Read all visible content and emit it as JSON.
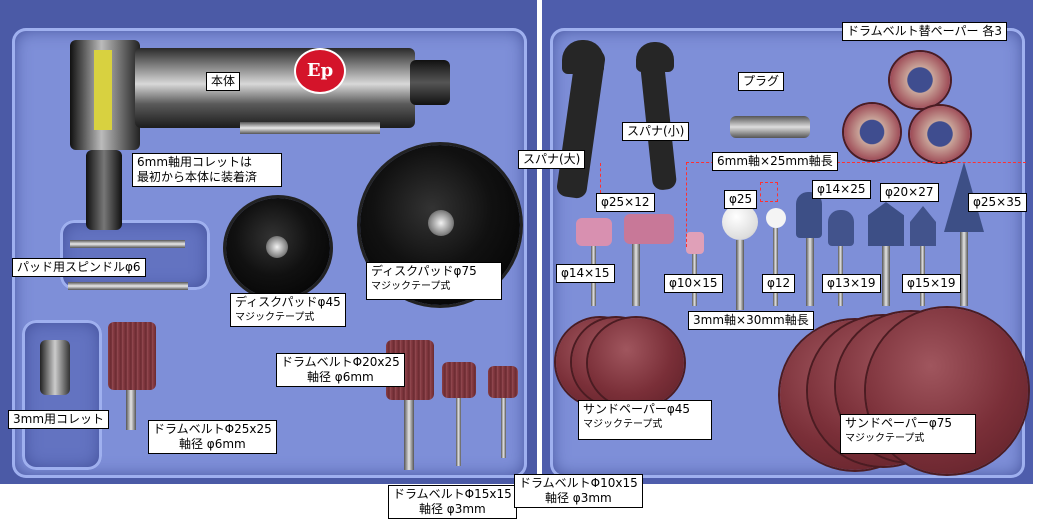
{
  "labels": {
    "body": "本体",
    "collet_6mm_line1": "6mm軸用コレットは",
    "collet_6mm_line2": "最初から本体に装着済",
    "pad_spindle": "パッド用スピンドルφ6",
    "disc_pad_45_line1": "ディスクパッドφ45",
    "disc_pad_45_line2": "マジックテープ式",
    "disc_pad_75_line1": "ディスクパッドφ75",
    "disc_pad_75_line2": "マジックテープ式",
    "collet_3mm": "3mm用コレット",
    "drum_25_line1": "ドラムベルトΦ25x25",
    "drum_25_line2": "軸径 φ6mm",
    "drum_20_line1": "ドラムベルトΦ20x25",
    "drum_20_line2": "軸径 φ6mm",
    "drum_15_line1": "ドラムベルトΦ15x15",
    "drum_15_line2": "軸径 φ3mm",
    "drum_10_line1": "ドラムベルトΦ10x15",
    "drum_10_line2": "軸径 φ3mm",
    "spanner_large": "スパナ(大)",
    "spanner_small": "スパナ(小)",
    "plug": "プラグ",
    "drum_paper": "ドラムベルト替ペーパー 各3",
    "shaft_6x25": "6mm軸×25mm軸長",
    "shaft_3x30": "3mm軸×30mm軸長",
    "phi25x12": "φ25×12",
    "phi25": "φ25",
    "phi14x25": "φ14×25",
    "phi20x27": "φ20×27",
    "phi25x35": "φ25×35",
    "phi14x15": "φ14×15",
    "phi10x15": "φ10×15",
    "phi12": "φ12",
    "phi13x19": "φ13×19",
    "phi15x19": "φ15×19",
    "sand_45_line1": "サンドペーパーφ45",
    "sand_45_line2": "マジックテープ式",
    "sand_75_line1": "サンドペーパーφ75",
    "sand_75_line2": "マジックテープ式"
  },
  "logo": {
    "text": "Ep",
    "color": "#d4142a"
  },
  "colors": {
    "case": "#4b5aa6",
    "tray": "#7e8fd8",
    "sandpaper": "#7a2f38",
    "pink_stone": "#d890b0",
    "grey_stone": "#3d4f86"
  }
}
